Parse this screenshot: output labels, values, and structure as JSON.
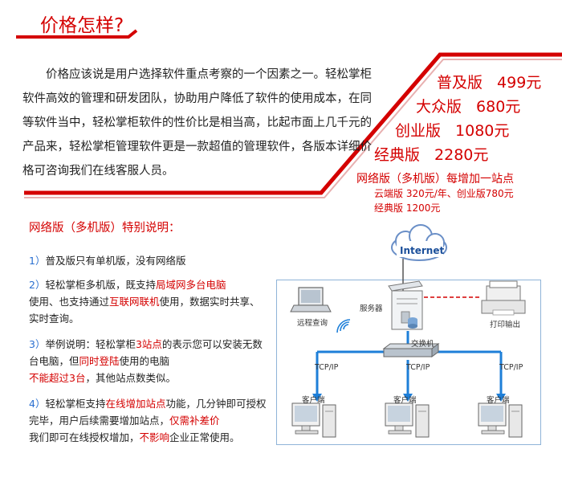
{
  "header": {
    "title": "价格怎样?"
  },
  "intro": {
    "text": "价格应该说是用户选择软件重点考察的一个因素之一。轻松掌柜软件高效的管理和研发团队，协助用户降低了软件的使用成本，在同等软件当中，轻松掌柜软件的性价比是相当高，比起市面上几千元的产品来，轻松掌柜管理软件更是一款超值的管理软件，各版本详细价格可咨询我们在线客服人员。"
  },
  "prices": [
    {
      "name": "普及版",
      "value": "499元"
    },
    {
      "name": "大众版",
      "value": "680元"
    },
    {
      "name": "创业版",
      "value": "1080元"
    },
    {
      "name": "经典版",
      "value": "2280元"
    }
  ],
  "network_pricing": {
    "note": "网络版（多机版）每增加一站点",
    "line1": "云端版 320元/年、创业版780元",
    "line2": "经典版 1200元"
  },
  "notes": {
    "title": "网络版（多机版）特别说明：",
    "n1": {
      "num": "1）",
      "text": "普及版只有单机版，没有网络版"
    },
    "n2": {
      "num": "2）",
      "a": "轻松掌柜多机版，既支持",
      "hl1": "局域网多台电脑",
      "b": "使用、也支持通过",
      "hl2": "互联网联机",
      "c": "使用，数据实时共享、实时查询。"
    },
    "n3": {
      "num": "3）",
      "a": "举例说明：轻松掌柜",
      "hl1": "3站点",
      "b": "的表示您可以安装无数台电脑，但",
      "hl2": "同时登陆",
      "c": "使用的电脑",
      "hl3": "不能超过3台",
      "d": "，其他站点数类似。"
    },
    "n4": {
      "num": "4）",
      "a": "轻松掌柜支持",
      "hl1": "在线增加站点",
      "b": "功能，几分钟即可授权完毕，用户后续需要增加站点，",
      "hl2": "仅需补差价",
      "c": "我们即可在线授权增加，",
      "hl3": "不影响",
      "d": "企业正常使用。"
    }
  },
  "diagram": {
    "internet": "Internet",
    "server": "服务器",
    "remote": "远程查询",
    "printer": "打印输出",
    "switch": "交换机",
    "protocol": "TCP/IP",
    "client": "客户端",
    "colors": {
      "line": "#1e7fd8",
      "frame": "#8fb4d8",
      "accent": "#d40000"
    }
  }
}
